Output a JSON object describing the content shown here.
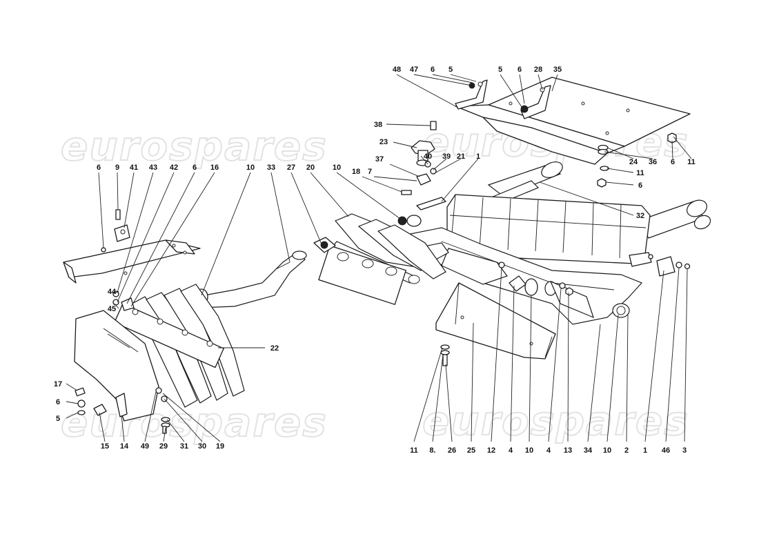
{
  "watermark": {
    "text": "eurospares"
  },
  "callouts": [
    {
      "id": "c48",
      "text": "48"
    },
    {
      "id": "c47",
      "text": "47"
    },
    {
      "id": "c6a",
      "text": "6"
    },
    {
      "id": "c5a",
      "text": "5"
    },
    {
      "id": "c5b",
      "text": "5"
    },
    {
      "id": "c6b",
      "text": "6"
    },
    {
      "id": "c28",
      "text": "28"
    },
    {
      "id": "c35",
      "text": "35"
    },
    {
      "id": "c38",
      "text": "38"
    },
    {
      "id": "c23",
      "text": "23"
    },
    {
      "id": "c40",
      "text": "40"
    },
    {
      "id": "c39",
      "text": "39"
    },
    {
      "id": "c21",
      "text": "21"
    },
    {
      "id": "c1a",
      "text": "1"
    },
    {
      "id": "c37",
      "text": "37"
    },
    {
      "id": "c7",
      "text": "7"
    },
    {
      "id": "c18",
      "text": "18"
    },
    {
      "id": "c24",
      "text": "24"
    },
    {
      "id": "c36",
      "text": "36"
    },
    {
      "id": "c6c",
      "text": "6"
    },
    {
      "id": "c11a",
      "text": "11"
    },
    {
      "id": "c11b",
      "text": "11"
    },
    {
      "id": "c6d",
      "text": "6"
    },
    {
      "id": "c32",
      "text": "32"
    },
    {
      "id": "c6e",
      "text": "6"
    },
    {
      "id": "c9",
      "text": "9"
    },
    {
      "id": "c41",
      "text": "41"
    },
    {
      "id": "c43",
      "text": "43"
    },
    {
      "id": "c42",
      "text": "42"
    },
    {
      "id": "c6f",
      "text": "6"
    },
    {
      "id": "c16",
      "text": "16"
    },
    {
      "id": "c10a",
      "text": "10"
    },
    {
      "id": "c33",
      "text": "33"
    },
    {
      "id": "c27",
      "text": "27"
    },
    {
      "id": "c20",
      "text": "20"
    },
    {
      "id": "c10b",
      "text": "10"
    },
    {
      "id": "c44",
      "text": "44"
    },
    {
      "id": "c45",
      "text": "45"
    },
    {
      "id": "c22",
      "text": "22"
    },
    {
      "id": "c17",
      "text": "17"
    },
    {
      "id": "c6g",
      "text": "6"
    },
    {
      "id": "c5c",
      "text": "5"
    },
    {
      "id": "c15",
      "text": "15"
    },
    {
      "id": "c14",
      "text": "14"
    },
    {
      "id": "c49",
      "text": "49"
    },
    {
      "id": "c29",
      "text": "29"
    },
    {
      "id": "c31",
      "text": "31"
    },
    {
      "id": "c30",
      "text": "30"
    },
    {
      "id": "c19",
      "text": "19"
    },
    {
      "id": "c11c",
      "text": "11"
    },
    {
      "id": "c8",
      "text": "8."
    },
    {
      "id": "c26",
      "text": "26"
    },
    {
      "id": "c25",
      "text": "25"
    },
    {
      "id": "c12",
      "text": "12"
    },
    {
      "id": "c4a",
      "text": "4"
    },
    {
      "id": "c10c",
      "text": "10"
    },
    {
      "id": "c4b",
      "text": "4"
    },
    {
      "id": "c13",
      "text": "13"
    },
    {
      "id": "c34",
      "text": "34"
    },
    {
      "id": "c10d",
      "text": "10"
    },
    {
      "id": "c2",
      "text": "2"
    },
    {
      "id": "c1b",
      "text": "1"
    },
    {
      "id": "c46",
      "text": "46"
    },
    {
      "id": "c3",
      "text": "3"
    }
  ]
}
